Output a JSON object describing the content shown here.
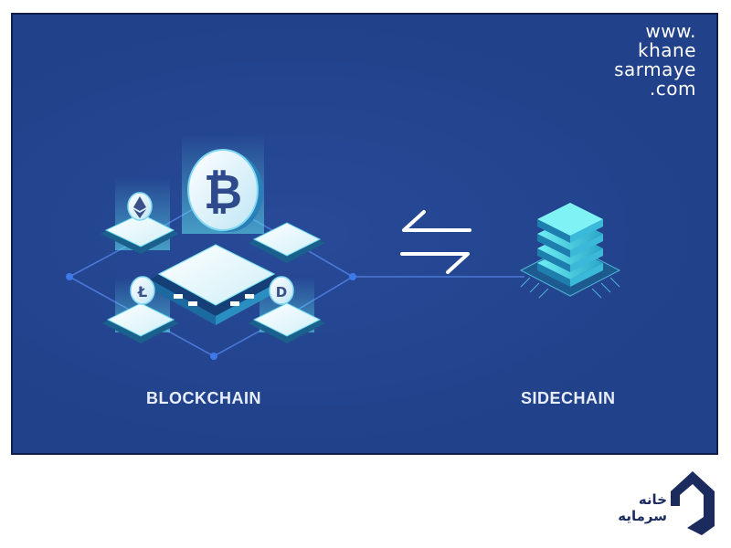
{
  "watermark": {
    "line1": "www.",
    "line2": "khane",
    "line3": "sarmaye",
    "line4": ".com"
  },
  "diagram": {
    "left_label": "BLOCKCHAIN",
    "right_label": "SIDECHAIN",
    "left_icon": "blockchain-chips-icon",
    "center_icon": "exchange-arrows-icon",
    "right_icon": "server-stack-icon",
    "coins": [
      "bitcoin-coin-icon",
      "ethereum-coin-icon",
      "litecoin-coin-icon",
      "dash-coin-icon"
    ]
  },
  "logo": {
    "text_line1": "خانه",
    "text_line2": "سرمایه",
    "icon": "house-logo-icon"
  },
  "colors": {
    "background": "#21418a",
    "accent_cyan": "#5fe3ee",
    "label": "#e8eefc",
    "logo_navy": "#1c2b5e"
  }
}
